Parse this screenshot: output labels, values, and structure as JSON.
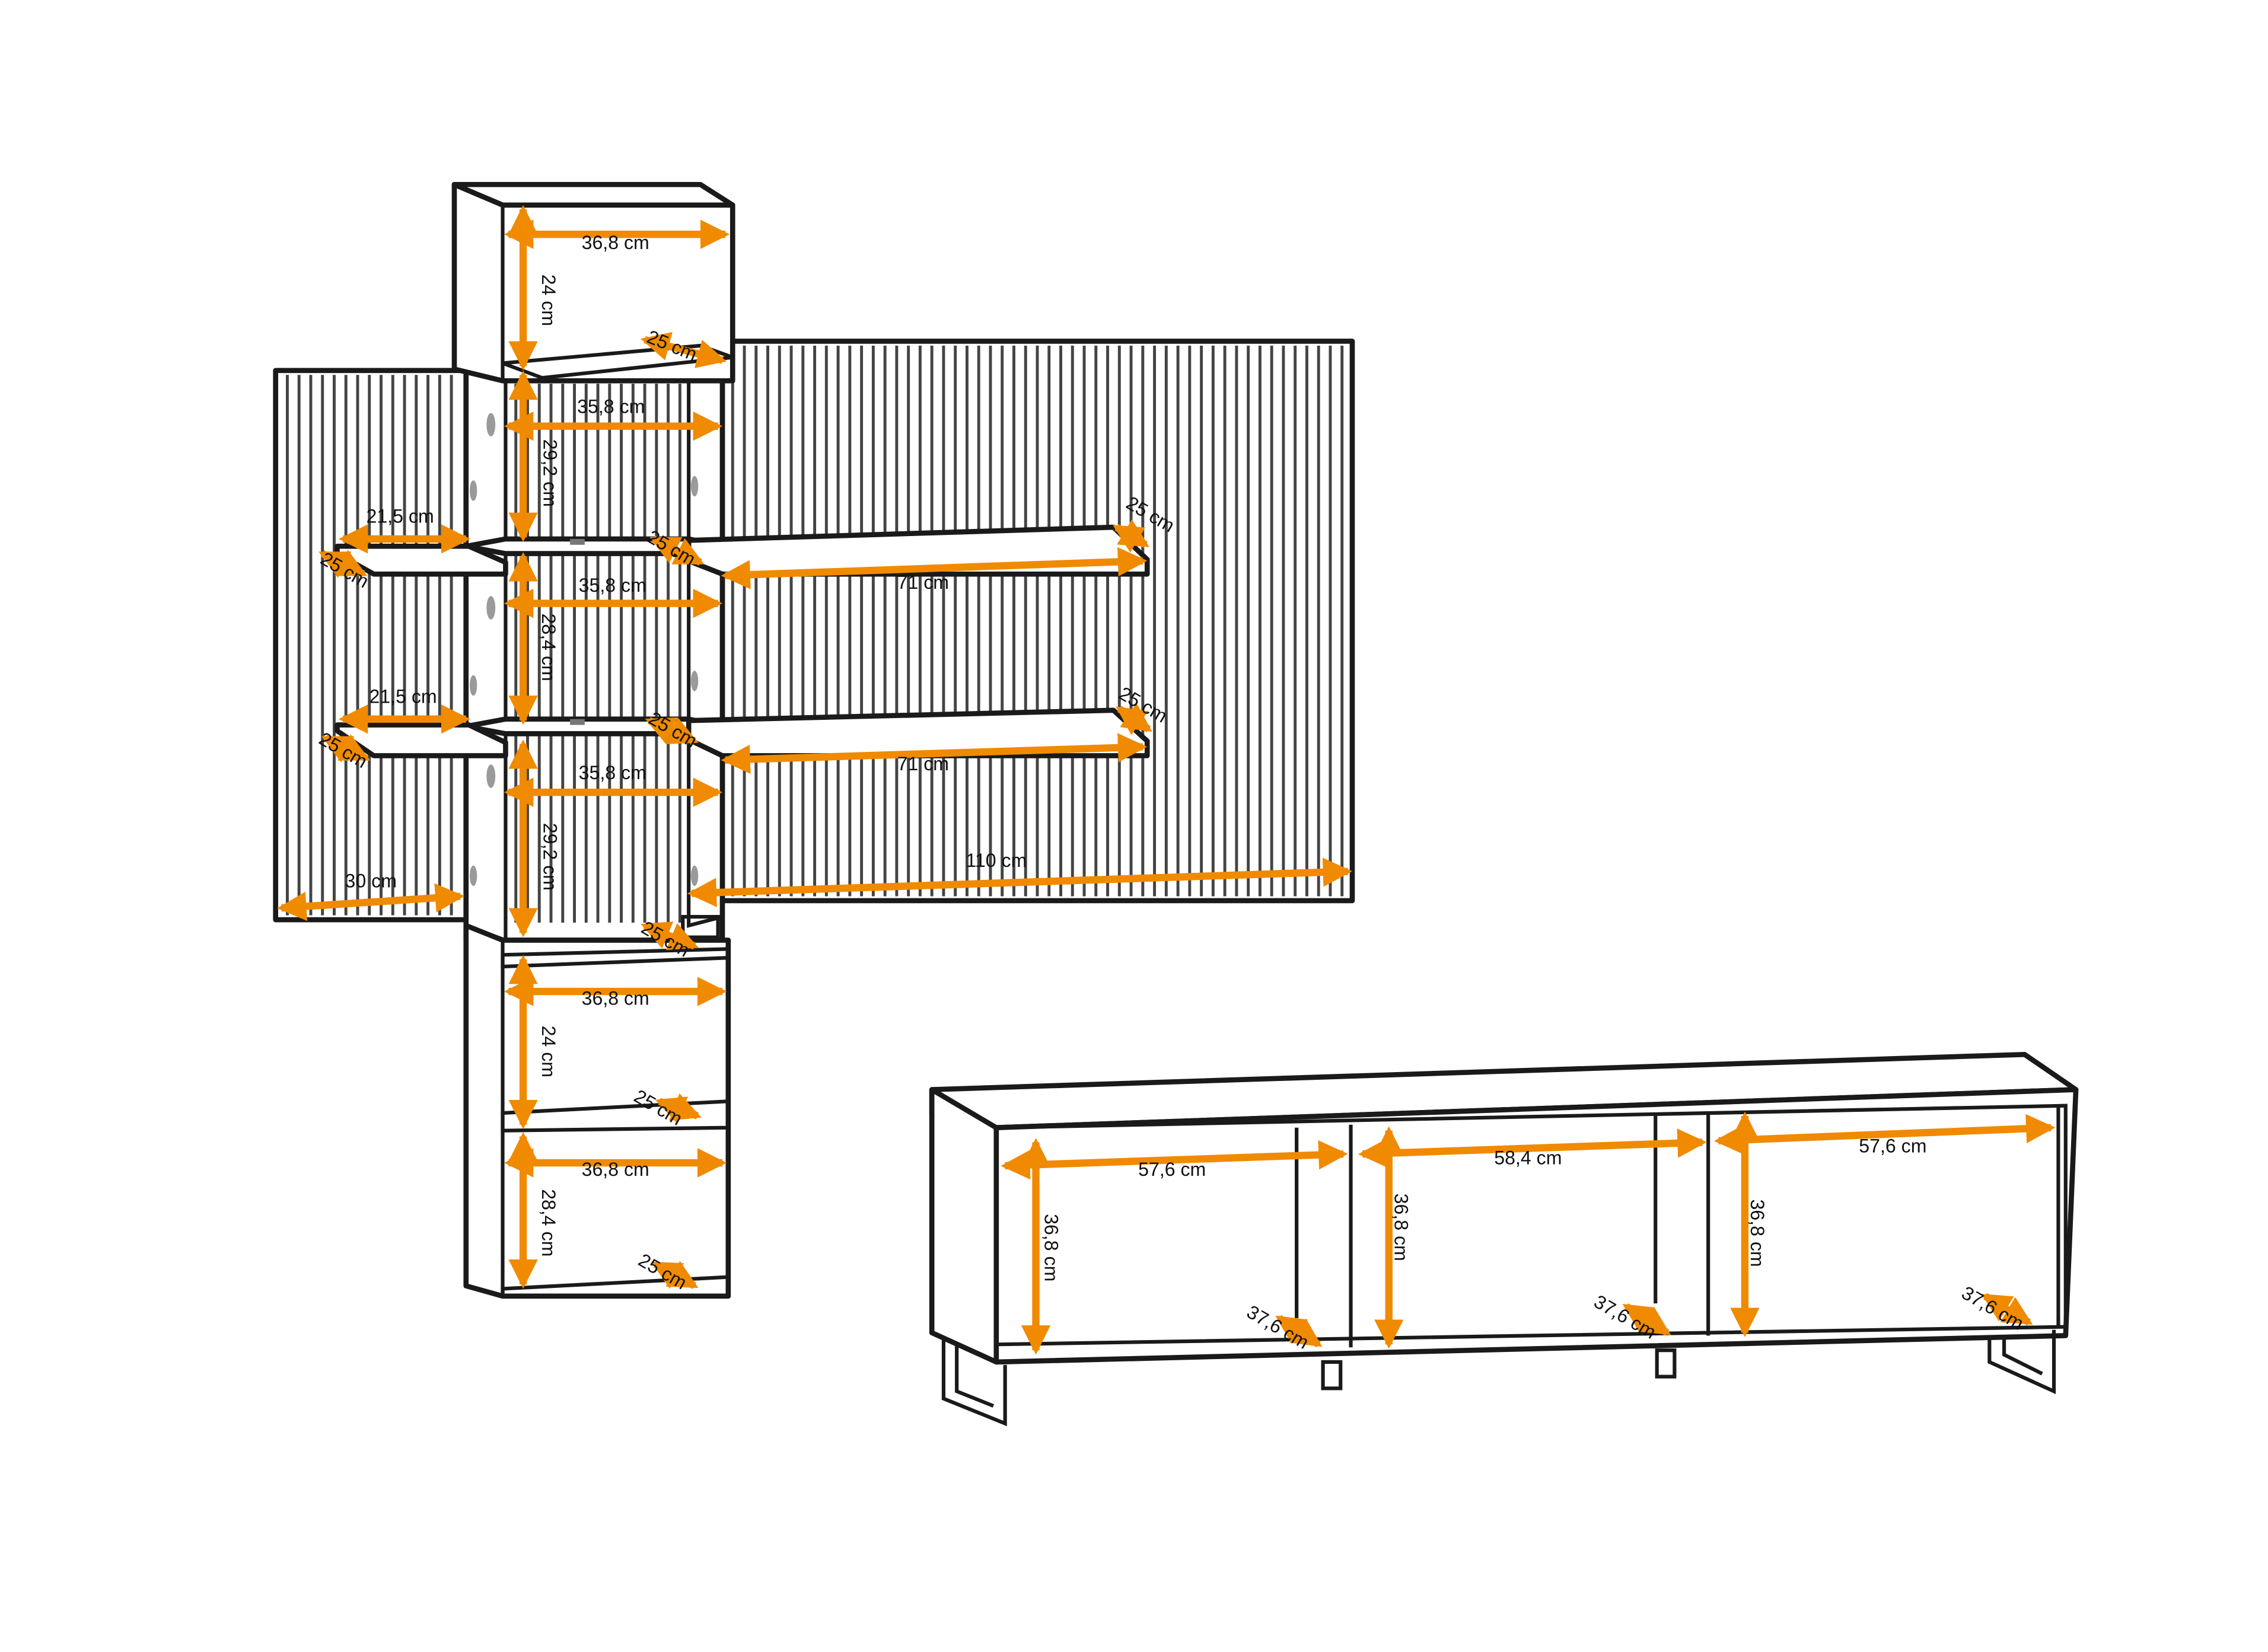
{
  "colors": {
    "dimension": "#f08a00",
    "outline": "#1a1a1a",
    "background": "#ffffff"
  },
  "dimensions": {
    "top_box_width": "36,8 cm",
    "top_box_height": "24 cm",
    "top_box_depth": "25 cm",
    "cab_upper_width": "35,8 cm",
    "cab_upper_height": "29,2 cm",
    "left_shelf1_width": "21,5 cm",
    "left_shelf1_depth": "25 cm",
    "cab_shelf1_depth": "25 cm",
    "right_shelf1_depth": "25 cm",
    "right_shelf1_width": "71 cm",
    "cab_mid_width": "35,8 cm",
    "cab_mid_height": "28,4 cm",
    "left_shelf2_width": "21,5 cm",
    "left_shelf2_depth": "25 cm",
    "cab_shelf2_depth": "25 cm",
    "right_shelf2_depth": "25 cm",
    "right_shelf2_width": "71 cm",
    "cab_lower_width": "35,8 cm",
    "cab_lower_height": "29,2 cm",
    "left_bottom_width": "30 cm",
    "right_bottom_width": "110 cm",
    "cab_bottom_depth": "25 cm",
    "lower_box1_width": "36,8 cm",
    "lower_box1_height": "24 cm",
    "lower_box1_depth": "25 cm",
    "lower_box2_width": "36,8 cm",
    "lower_box2_height": "28,4 cm",
    "lower_box2_depth": "25 cm",
    "tv_left_width": "57,6 cm",
    "tv_middle_width": "58,4 cm",
    "tv_right_width": "57,6 cm",
    "tv_left_height": "36,8 cm",
    "tv_middle_height": "36,8 cm",
    "tv_right_height": "36,8 cm",
    "tv_left_depth": "37,6 cm",
    "tv_middle_depth": "37,6 cm",
    "tv_right_depth": "37,6 cm"
  }
}
